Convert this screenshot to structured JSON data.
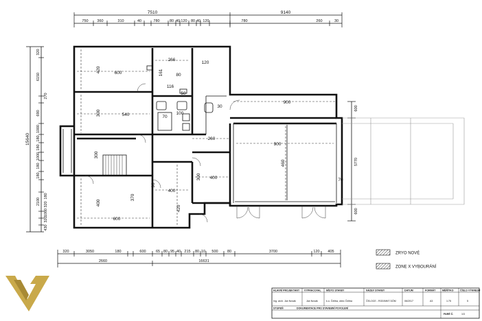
{
  "dimensions": {
    "top_totals": [
      "7510",
      "9140"
    ],
    "top_segments": [
      "750",
      "360",
      "310",
      "40",
      "780",
      "80",
      "40",
      "120",
      "80",
      "40",
      "120",
      "780",
      "260",
      "30"
    ],
    "bottom_segments": [
      "320",
      "3050",
      "180",
      "600",
      "65",
      "80",
      "95",
      "40",
      "215",
      "80",
      "10",
      "500",
      "80",
      "3700",
      "120",
      "405"
    ],
    "bottom_partials": [
      "2660",
      "16631"
    ],
    "left_total": "15640",
    "left_segments": [
      "320",
      "6150",
      "270",
      "690",
      "1000",
      "180",
      "180",
      "1000",
      "180",
      "180",
      "2100",
      "180",
      "320",
      "1080",
      "320",
      "430"
    ],
    "right_segments": [
      "600",
      "5770",
      "600"
    ]
  },
  "rooms": [
    "600",
    "420",
    "266",
    "161",
    "80",
    "116",
    "120",
    "50",
    "300",
    "540",
    "70",
    "100",
    "30",
    "900",
    "260",
    "300",
    "900",
    "460",
    "70",
    "300",
    "400",
    "400",
    "600",
    "370",
    "90",
    "400",
    "420"
  ],
  "legend": {
    "new_label": "ZRYO  NOVÉ",
    "demolish_label": "ZONE  X  VYBOURÁNÍ"
  },
  "title_block": {
    "headers": [
      "HLAVNÍ PROJEKTANT",
      "VYPRACOVAL",
      "MÍSTO STAVBY",
      "NÁZEV STAVBY",
      "DATUM",
      "FORMÁT",
      "MĚŘÍTKO",
      "ČÍSLO VÝKRESU"
    ],
    "values": [
      "Ing. arch. Jan Novák",
      "Jan Novák",
      "k.ú. Čeliba, obec Čeliba",
      "ČELOCE - RODINNÝ DŮM",
      "06/2017",
      "A3",
      "1:75",
      "5"
    ],
    "stage_label": "STUPEŇ",
    "stage_value": "DOKUMENTACE PRO STAVEBNÍ POVOLENÍ",
    "page_label": "PARÉ Č.",
    "page_value": "1/3"
  },
  "colors": {
    "logo": "#c9a94a",
    "line": "#111111"
  },
  "logo_icon": "vj-monogram-logo"
}
